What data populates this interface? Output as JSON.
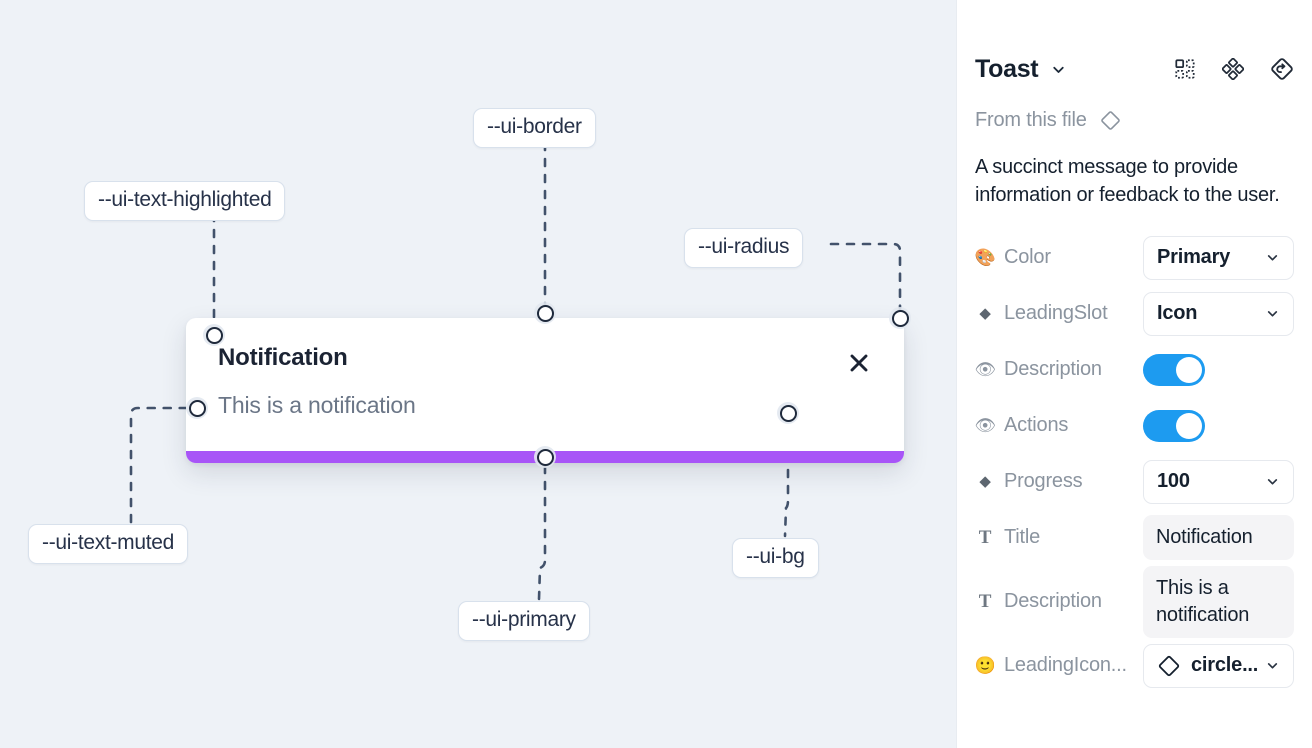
{
  "canvas": {
    "background_color": "#eef2f7",
    "toast": {
      "title": "Notification",
      "description": "This is a notification",
      "close_icon": "close-x-icon",
      "progress_color": "#a855f7",
      "background_color": "#ffffff"
    },
    "annotations": [
      {
        "id": "text-highlighted",
        "label": "--ui-text-highlighted"
      },
      {
        "id": "border",
        "label": "--ui-border"
      },
      {
        "id": "radius",
        "label": "--ui-radius"
      },
      {
        "id": "text-muted",
        "label": "--ui-text-muted"
      },
      {
        "id": "primary",
        "label": "--ui-primary"
      },
      {
        "id": "bg",
        "label": "--ui-bg"
      }
    ]
  },
  "panel": {
    "title": "Toast",
    "title_caret_icon": "chevron-down-icon",
    "header_icons": [
      {
        "name": "component-set-icon"
      },
      {
        "name": "variants-icon"
      },
      {
        "name": "reset-instance-icon"
      }
    ],
    "from_file": {
      "label": "From this file",
      "icon": "diamond-component-icon"
    },
    "summary": "A succinct message to provide information or feedback to the user.",
    "properties": [
      {
        "icon": "palette-emoji",
        "glyph": "🎨",
        "label": "Color",
        "control": "select",
        "value": "Primary"
      },
      {
        "icon": "diamond-icon",
        "glyph": "◆",
        "label": "LeadingSlot",
        "control": "select",
        "value": "Icon"
      },
      {
        "icon": "eye-emoji",
        "glyph": "👁",
        "label": "Description",
        "control": "toggle",
        "value": "on"
      },
      {
        "icon": "eye-emoji",
        "glyph": "👁",
        "label": "Actions",
        "control": "toggle",
        "value": "on"
      },
      {
        "icon": "diamond-icon",
        "glyph": "◆",
        "label": "Progress",
        "control": "select",
        "value": "100"
      },
      {
        "icon": "text-glyph-icon",
        "glyph": "T",
        "label": "Title",
        "control": "text",
        "value": "Notification"
      },
      {
        "icon": "text-glyph-icon",
        "glyph": "T",
        "label": "Description",
        "control": "text",
        "value": "This is a notification"
      },
      {
        "icon": "smiley-emoji",
        "glyph": "🙂",
        "label": "LeadingIcon...",
        "control": "select-icon",
        "value": "circle..."
      }
    ],
    "toggle_color": "#1d9bf0"
  }
}
